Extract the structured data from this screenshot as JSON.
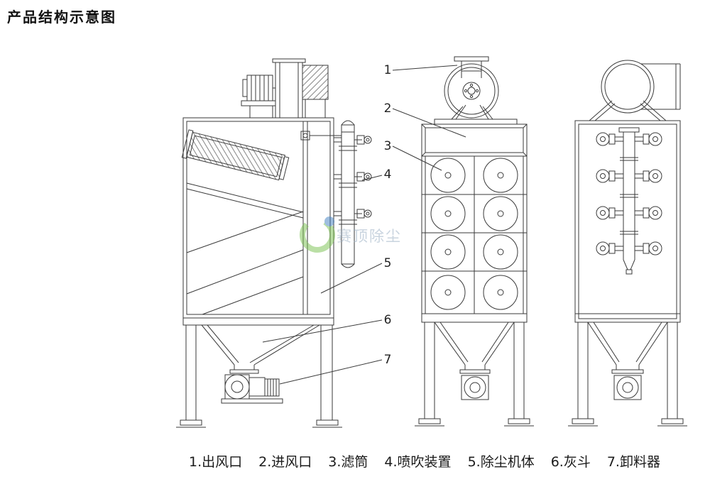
{
  "page": {
    "title": "产品结构示意图"
  },
  "callouts": {
    "items": [
      "1",
      "2",
      "3",
      "4",
      "5",
      "6",
      "7"
    ]
  },
  "legend": {
    "items": [
      "1.出风口",
      "2.进风口",
      "3.滤筒",
      "4.喷吹装置",
      "5.除尘机体",
      "6.灰斗",
      "7.卸料器"
    ]
  },
  "watermark": {
    "text": "赛顶除尘",
    "logo_green": "#78c04e",
    "logo_blue": "#3f7fc1",
    "text_color": "#95abc0"
  },
  "drawing": {
    "line_color": "#3a3a3a",
    "background": "#ffffff"
  }
}
